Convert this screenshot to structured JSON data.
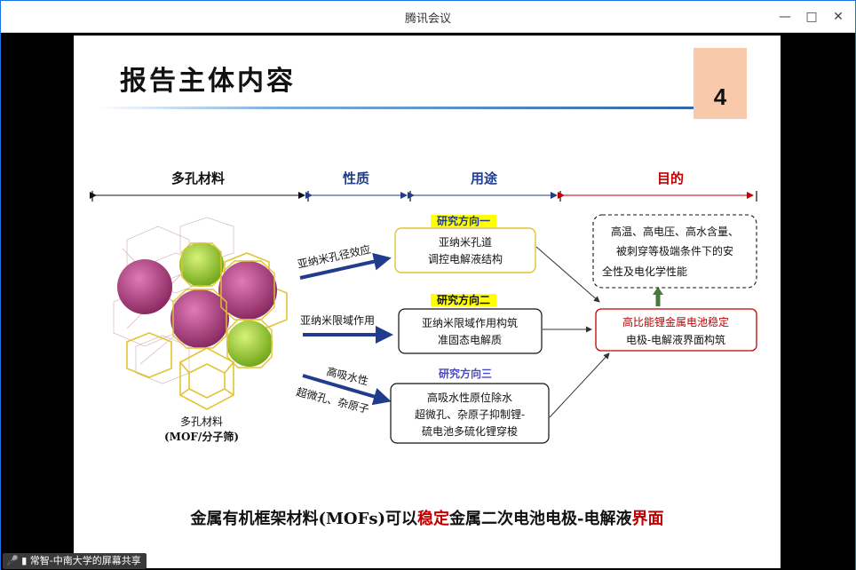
{
  "window": {
    "title": "腾讯会议"
  },
  "slide": {
    "title": "报告主体内容",
    "page_number": "4",
    "headers": {
      "material": "多孔材料",
      "property": "性质",
      "usage": "用途",
      "purpose": "目的"
    },
    "material_caption_1": "多孔材料",
    "material_caption_2": "(MOF/分子筛)",
    "arrows": {
      "a1": "亚纳米孔径效应",
      "a2": "亚纳米限域作用",
      "a3_top": "高吸水性",
      "a3_bottom": "超微孔、杂原子"
    },
    "directions": [
      {
        "tag": "研究方向一",
        "line1": "亚纳米孔道",
        "line2": "调控电解液结构"
      },
      {
        "tag": "研究方向二",
        "line1": "亚纳米限域作用构筑",
        "line2": "准固态电解质"
      },
      {
        "tag": "研究方向三",
        "line1": "高吸水性原位除水",
        "line2": "超微孔、杂原子抑制锂-",
        "line3": "硫电池多硫化锂穿梭"
      }
    ],
    "goal_top": {
      "line1": "高温、高电压、高水含量、",
      "line2": "被刺穿等极端条件下的安",
      "line3": "全性及电化学性能"
    },
    "goal_main": {
      "line1": "高比能锂金属电池稳定",
      "line2": "电极-电解液界面构筑"
    },
    "bottom": {
      "part1": "金属有机框架材料(MOFs)可以",
      "emph1": "稳定",
      "part2": "金属二次电池电极-电解液",
      "emph2": "界面"
    }
  },
  "share_label": "常智-中南大学的屏幕共享",
  "colors": {
    "blue_arrow": "#1f3d8c",
    "red": "#c00000",
    "yellow_box": "#ffff00",
    "green_arrow": "#4a7a3a",
    "mof_purple": "#a63a78",
    "mof_green": "#9bd02a",
    "mof_yellow": "#e2c430"
  }
}
